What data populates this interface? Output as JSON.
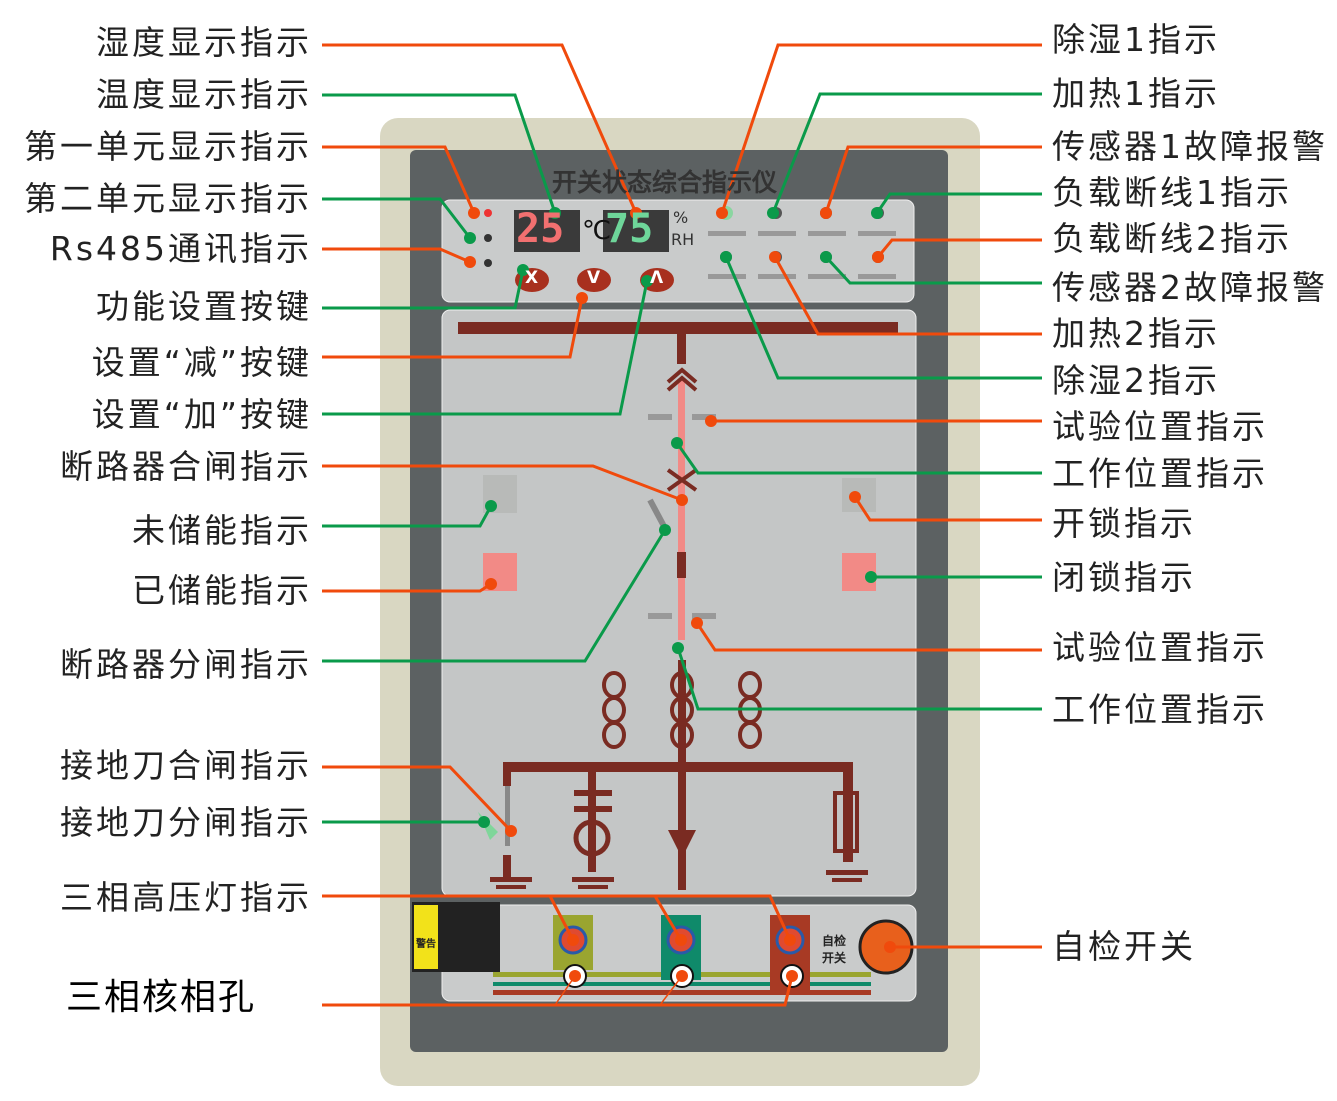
{
  "device": {
    "title": "开关状态综合指示仪",
    "temperature_value": "25",
    "temperature_unit": "℃",
    "humidity_value": "75",
    "humidity_unit_top": "%",
    "humidity_unit_bottom": "RH",
    "self_test_label_1": "自检",
    "self_test_label_2": "开关",
    "warning_label": "警告",
    "buttons": [
      "X",
      "V",
      "Λ"
    ]
  },
  "left_labels": [
    "湿度显示指示",
    "温度显示指示",
    "第一单元显示指示",
    "第二单元显示指示",
    "Rs485通讯指示",
    "功能设置按键",
    "设置“减”按键",
    "设置“加”按键",
    "断路器合闸指示",
    "未储能指示",
    "已储能指示",
    "断路器分闸指示",
    "接地刀合闸指示",
    "接地刀分闸指示",
    "三相高压灯指示",
    "三相核相孔"
  ],
  "right_labels": [
    "除湿1指示",
    "加热1指示",
    "传感器1故障报警",
    "负载断线1指示",
    "负载断线2指示",
    "传感器2故障报警",
    "加热2指示",
    "除湿2指示",
    "试验位置指示",
    "工作位置指示",
    "开锁指示",
    "闭锁指示",
    "试验位置指示",
    "工作位置指示",
    "自检开关"
  ],
  "colors": {
    "orange": "#f04a0c",
    "green": "#0a9a4a",
    "busbar": "#7a2b22",
    "panel": "#c4c6c6",
    "frame": "#5c6162",
    "outer": "#d9d7c2"
  }
}
